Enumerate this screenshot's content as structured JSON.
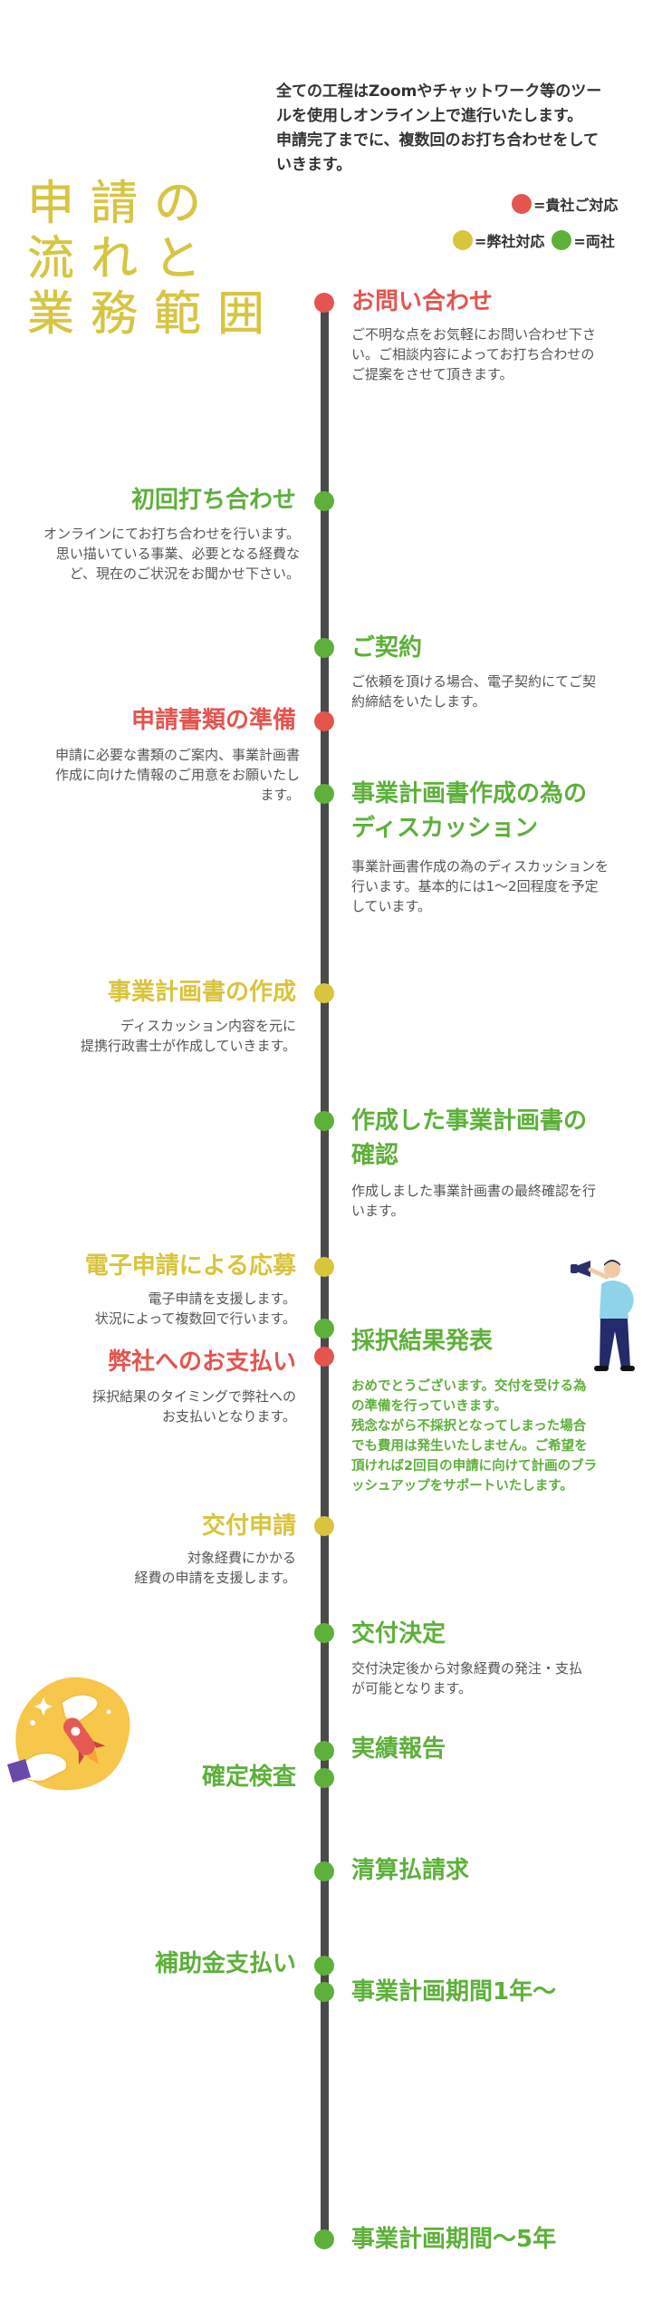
{
  "intro": {
    "lines": [
      "全ての工程はZoomやチャットワーク等のツー",
      "ルを使用しオンライン上で進行いたします。",
      "申請完了までに、複数回のお打ち合わせをして",
      "いきます。"
    ]
  },
  "legend": {
    "client": "=貴社ご対応",
    "ours": "=弊社対応",
    "both": "=両社"
  },
  "colors": {
    "client": "#e5544e",
    "ours": "#d8c43d",
    "both": "#5db03a",
    "line": "#4a4a4a"
  },
  "title": {
    "line1": "申請の",
    "line2": "流れと",
    "line3": "業務範囲"
  },
  "steps": {
    "inquiry": {
      "title": "お問い合わせ",
      "lines": [
        "ご不明な点をお気軽にお問い合わせ下さ",
        "い。ご相談内容によってお打ち合わせの",
        "ご提案をさせて頂きます。"
      ]
    },
    "first_meeting": {
      "title": "初回打ち合わせ",
      "lines": [
        "オンラインにてお打ち合わせを行います。",
        "思い描いている事業、必要となる経費な",
        "ど、現在のご状況をお聞かせ下さい。"
      ]
    },
    "contract": {
      "title": "ご契約",
      "lines": [
        "ご依頼を頂ける場合、電子契約にてご契",
        "約締結をいたします。"
      ]
    },
    "documents": {
      "title": "申請書類の準備",
      "lines": [
        "申請に必要な書類のご案内、事業計画書",
        "作成に向けた情報のご用意をお願いたし",
        "ます。"
      ]
    },
    "discussion": {
      "title_line1": "事業計画書作成の為の",
      "title_line2": "ディスカッション",
      "lines": [
        "事業計画書作成の為のディスカッションを",
        "行います。基本的には1〜2回程度を予定",
        "しています。"
      ]
    },
    "plan_creation": {
      "title": "事業計画書の作成",
      "lines": [
        "ディスカッション内容を元に",
        "提携行政書士が作成していきます。"
      ]
    },
    "plan_review": {
      "title_line1": "作成した事業計画書の",
      "title_line2": "確認",
      "lines": [
        "作成しました事業計画書の最終確認を行",
        "います。"
      ]
    },
    "e_application": {
      "title": "電子申請による応募",
      "lines": [
        "電子申請を支援します。",
        "状況によって複数回で行います。"
      ]
    },
    "result": {
      "title": "採択結果発表",
      "lines": [
        "おめでとうございます。交付を受ける為",
        "の準備を行っていきます。",
        "残念ながら不採択となってしまった場合",
        "でも費用は発生いたしません。ご希望を",
        "頂ければ2回目の申請に向けて計画のブラ",
        "ッシュアップをサポートいたします。"
      ]
    },
    "payment": {
      "title": "弊社へのお支払い",
      "lines": [
        "採択結果のタイミングで弊社への",
        "お支払いとなります。"
      ]
    },
    "grant_application": {
      "title": "交付申請",
      "lines": [
        "対象経費にかかる",
        "経費の申請を支援します。"
      ]
    },
    "grant_decision": {
      "title": "交付決定",
      "lines": [
        "交付決定後から対象経費の発注・支払",
        "が可能となります。"
      ]
    },
    "report": {
      "title": "実績報告"
    },
    "inspection": {
      "title": "確定検査"
    },
    "settlement": {
      "title": "清算払請求"
    },
    "subsidy_payment": {
      "title": "補助金支払い"
    },
    "period_start": {
      "title": "事業計画期間1年〜"
    },
    "period_end": {
      "title": "事業計画期間〜5年"
    }
  }
}
